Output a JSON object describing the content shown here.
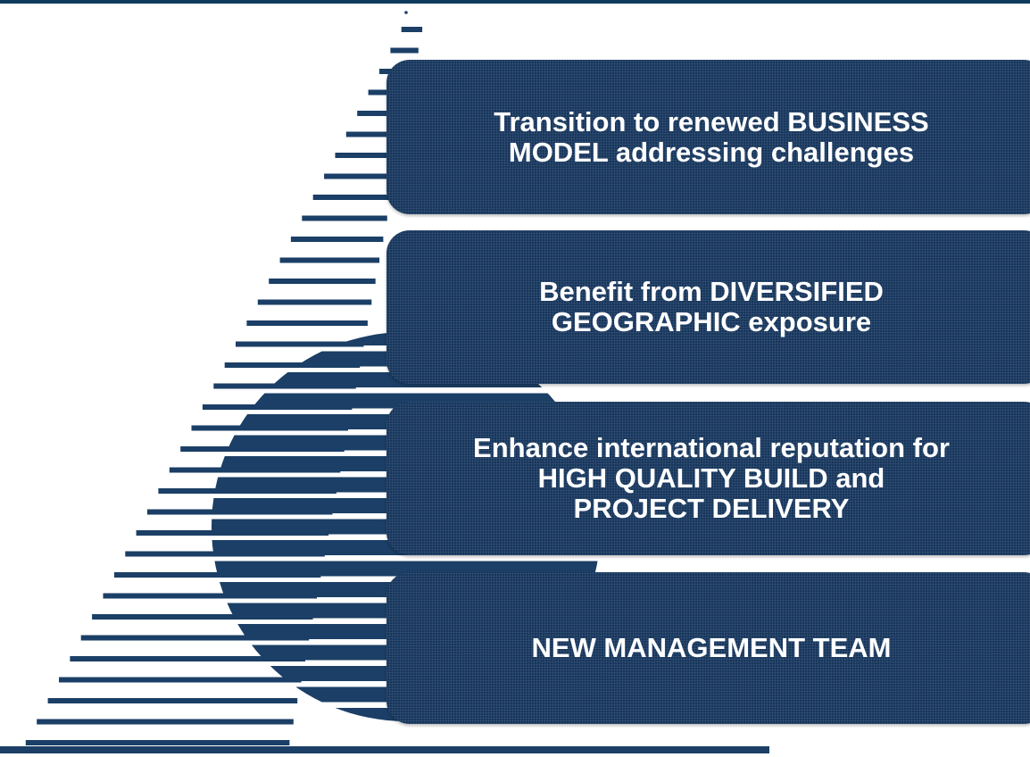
{
  "colors": {
    "panel_fill": "#17365d",
    "panel_text": "#ffffff",
    "stripe_color": "#1b3f66",
    "top_rule": "#0f3a5e"
  },
  "background_graphic": {
    "icon": "striped-pyramid-logo-watermark"
  },
  "panels": [
    {
      "text": "Transition to renewed BUSINESS\nMODEL addressing challenges"
    },
    {
      "text": "Benefit from DIVERSIFIED\nGEOGRAPHIC exposure"
    },
    {
      "text": "Enhance international reputation for\nHIGH QUALITY BUILD and\nPROJECT DELIVERY"
    },
    {
      "text": "NEW MANAGEMENT TEAM"
    }
  ]
}
